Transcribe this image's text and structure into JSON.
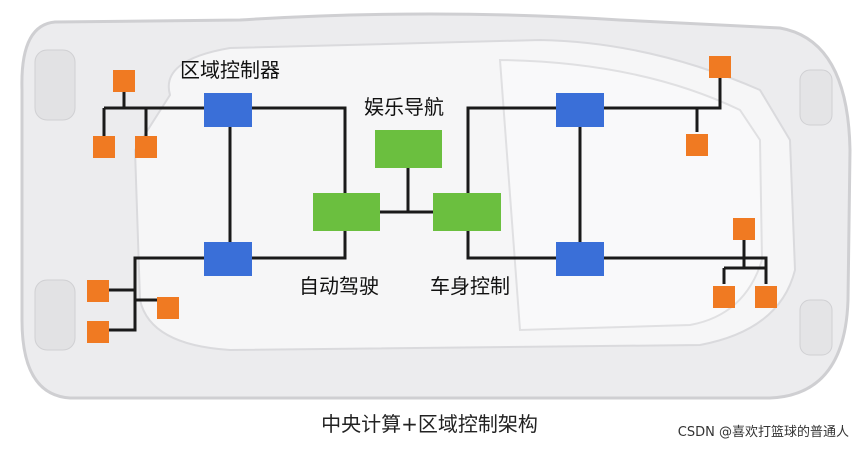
{
  "labels": {
    "zone_controller": "区域控制器",
    "infotainment": "娱乐导航",
    "autonomous_driving": "自动驾驶",
    "body_control": "车身控制"
  },
  "caption": "中央计算+区域控制架构",
  "watermark": "CSDN @喜欢打篮球的普通人",
  "colors": {
    "zone_controller": "#3a6fd8",
    "domain_computer": "#6bbf3f",
    "ecu_node": "#f07a22",
    "wire": "#1a1a1a",
    "car_body": "#e9e9ea",
    "car_outline": "#cfcfd2"
  }
}
